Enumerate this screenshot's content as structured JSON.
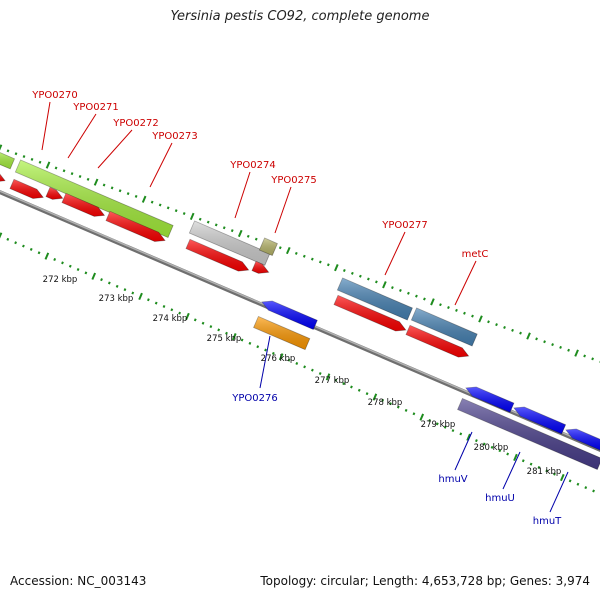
{
  "title": "Yersinia pestis CO92, complete genome",
  "footer": {
    "accession": "Accession: NC_003143",
    "summary": "Topology: circular; Length: 4,653,728 bp; Genes: 3,974"
  },
  "colors": {
    "forward_label": "#cc0000",
    "reverse_label": "#0000aa",
    "backbone": "#888888",
    "ticks": "#1e8c1e",
    "cds_forward": "#ff0000",
    "cds_reverse": "#0000ff",
    "gene_lime": "#a6f03c",
    "gene_gray": "#cfcfcf",
    "gene_steelblue": "#4682b4",
    "gene_orange": "#ff9900",
    "gene_darkslate": "#483d8b"
  },
  "scale_labels": [
    "272 kbp",
    "273 kbp",
    "274 kbp",
    "275 kbp",
    "276 kbp",
    "277 kbp",
    "278 kbp",
    "279 kbp",
    "280 kbp",
    "281 kbp"
  ],
  "forward_gene_labels": [
    "YPO0270",
    "YPO0271",
    "YPO0272",
    "YPO0273",
    "YPO0274",
    "YPO0275",
    "YPO0277",
    "metC"
  ],
  "reverse_gene_labels": [
    "YPO0276",
    "hmuV",
    "hmuU",
    "hmuT"
  ]
}
